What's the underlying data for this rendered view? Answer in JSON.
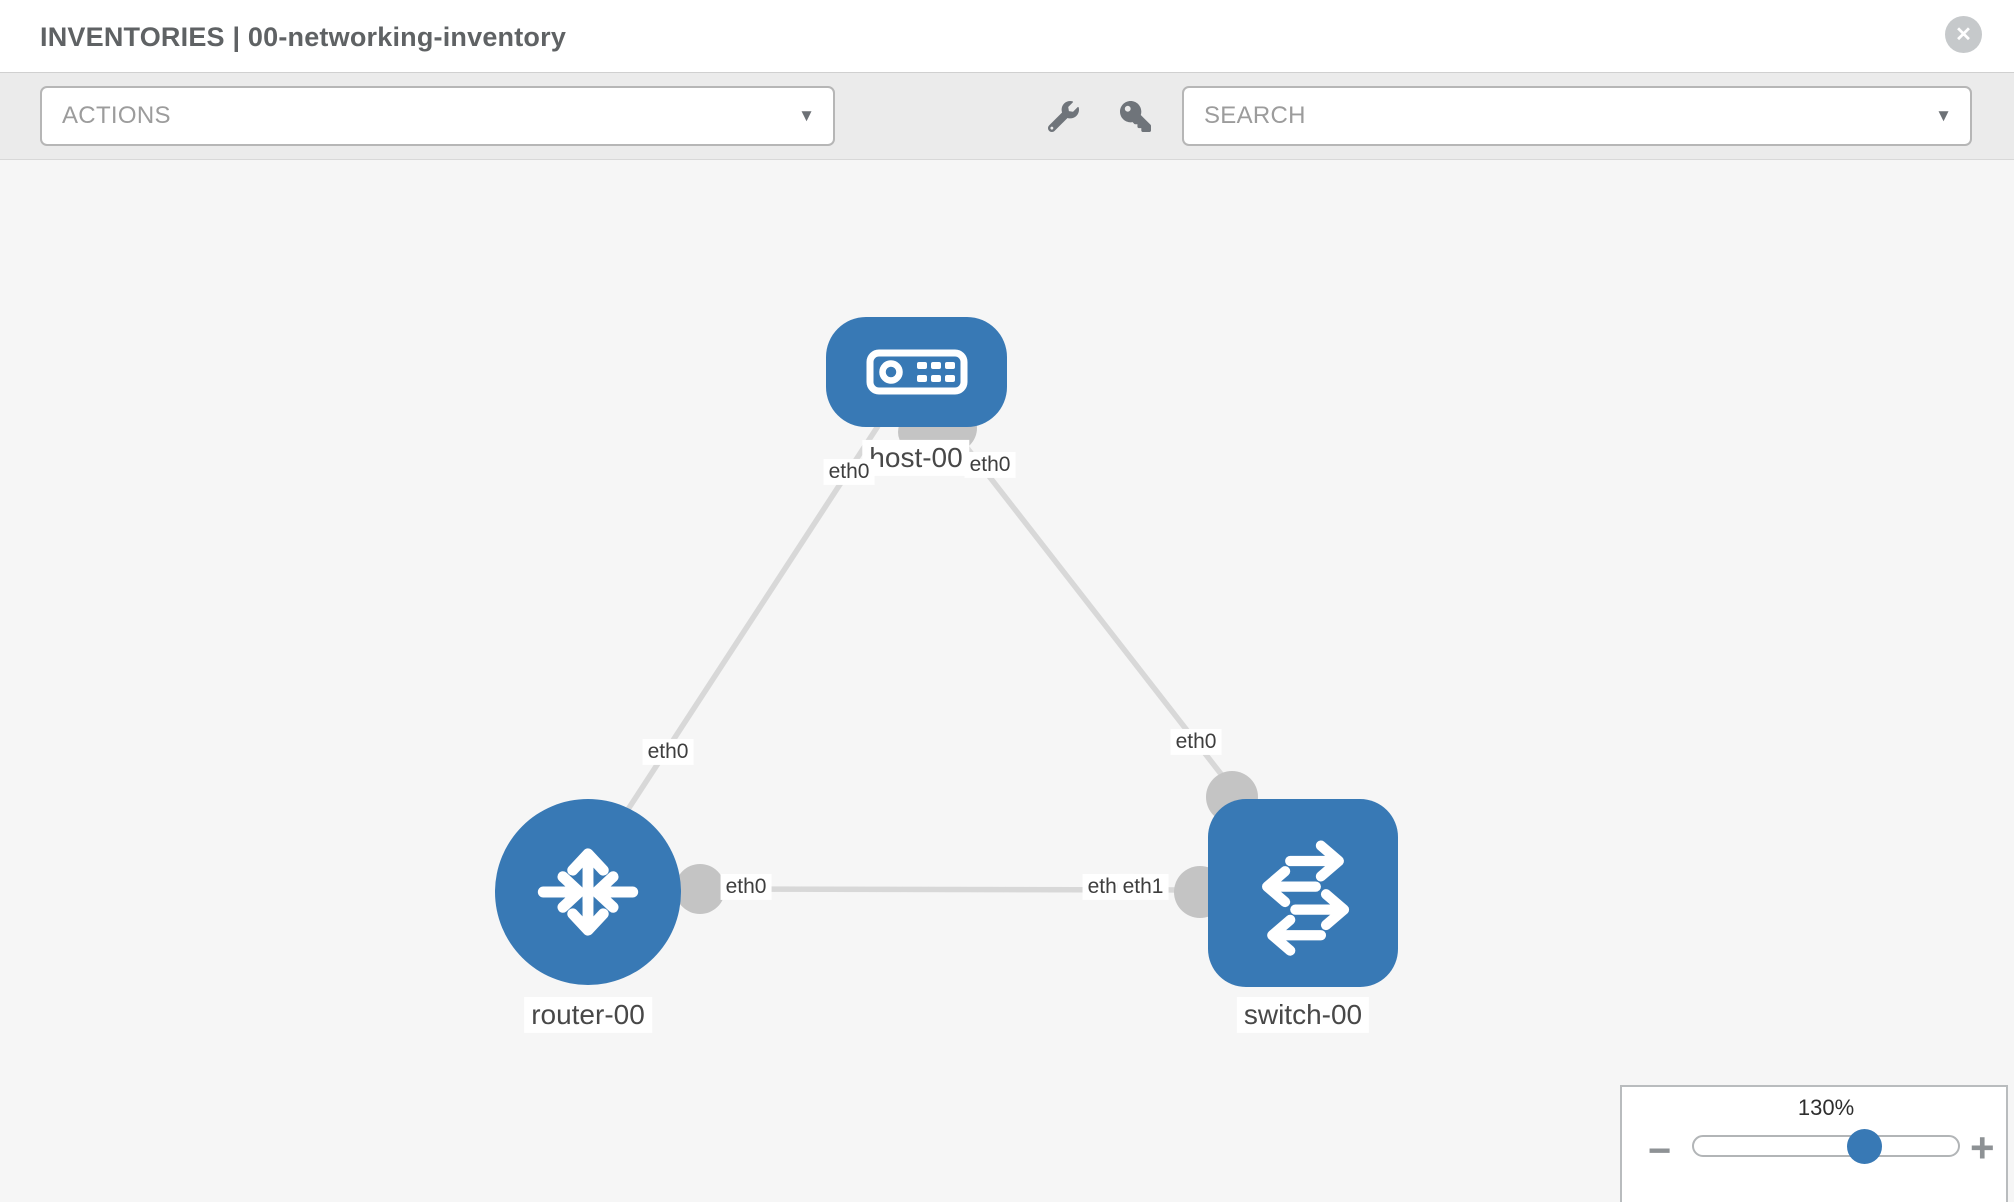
{
  "header": {
    "title": "INVENTORIES | 00-networking-inventory",
    "close_glyph": "✕"
  },
  "toolbar": {
    "actions_label": "ACTIONS",
    "search_label": "SEARCH",
    "dropdown_glyph": "▼"
  },
  "topology": {
    "nodes": [
      {
        "id": "host-00",
        "type": "host",
        "label": "host-00"
      },
      {
        "id": "router-00",
        "type": "router",
        "label": "router-00"
      },
      {
        "id": "switch-00",
        "type": "switch",
        "label": "switch-00"
      }
    ],
    "links": [
      {
        "from": "host-00",
        "from_interface": "eth0",
        "to": "router-00",
        "to_interface": "eth0"
      },
      {
        "from": "host-00",
        "from_interface": "eth0",
        "to": "switch-00",
        "to_interface": "eth0"
      },
      {
        "from": "router-00",
        "from_interface": "eth0",
        "to": "switch-00",
        "to_interface": "eth1"
      }
    ],
    "interface_labels": [
      {
        "text": "eth0",
        "position": "host-left"
      },
      {
        "text": "eth0",
        "position": "host-right"
      },
      {
        "text": "eth0",
        "position": "router-uplink"
      },
      {
        "text": "eth0",
        "position": "router-right"
      },
      {
        "text": "eth0",
        "position": "switch-left-back"
      },
      {
        "text": "eth1",
        "position": "switch-left-front"
      },
      {
        "text": "eth0",
        "position": "switch-top"
      }
    ]
  },
  "zoom_control": {
    "level": "130%",
    "minus_glyph": "−",
    "plus_glyph": "+"
  },
  "colors": {
    "node_blue": "#3879b5",
    "link_gray": "#d8d8d8",
    "port_gray": "#c4c4c4",
    "canvas_bg": "#f6f6f6",
    "toolbar_bg": "#ebebeb"
  }
}
